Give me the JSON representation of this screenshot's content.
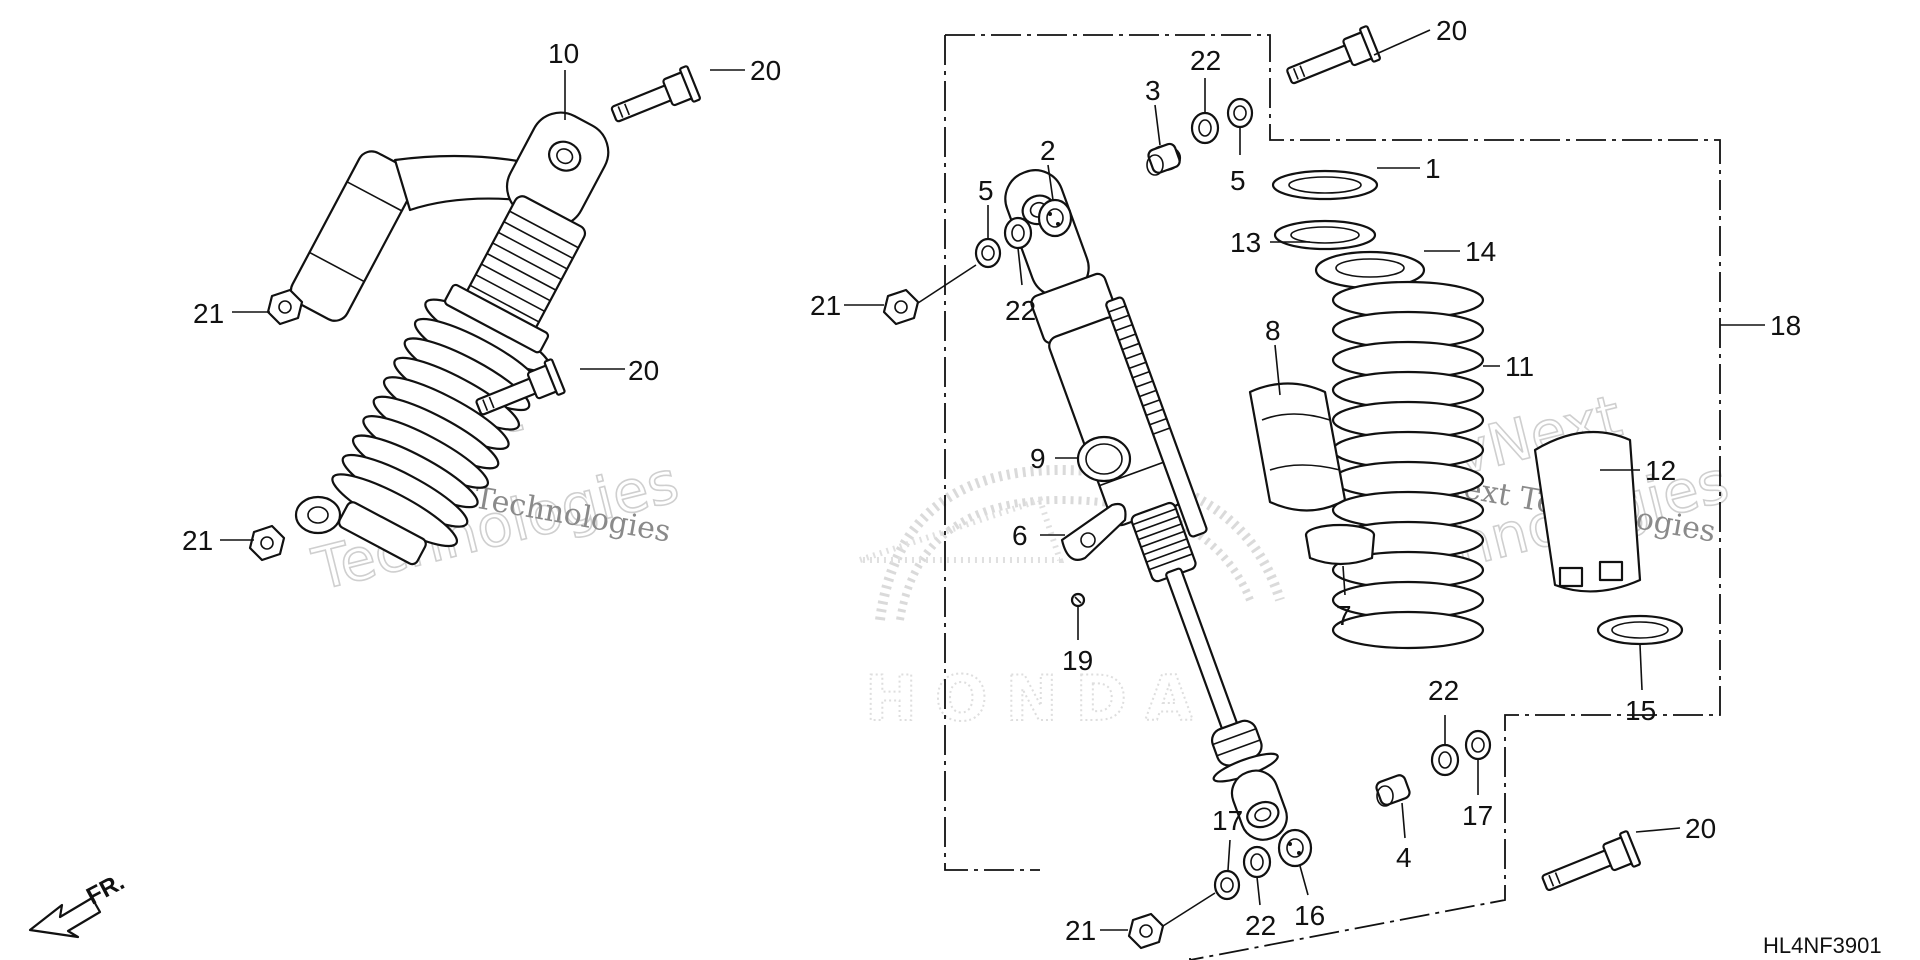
{
  "diagram": {
    "callouts": [
      {
        "id": "c10",
        "text": "10"
      },
      {
        "id": "c20a",
        "text": "20"
      },
      {
        "id": "c21a",
        "text": "21"
      },
      {
        "id": "c20b",
        "text": "20"
      },
      {
        "id": "c21b",
        "text": "21"
      },
      {
        "id": "c20c",
        "text": "20"
      },
      {
        "id": "c3",
        "text": "3"
      },
      {
        "id": "c22a",
        "text": "22"
      },
      {
        "id": "c5a",
        "text": "5"
      },
      {
        "id": "c2",
        "text": "2"
      },
      {
        "id": "c5b",
        "text": "5"
      },
      {
        "id": "c22b",
        "text": "22"
      },
      {
        "id": "c21c",
        "text": "21"
      },
      {
        "id": "c1",
        "text": "1"
      },
      {
        "id": "c13",
        "text": "13"
      },
      {
        "id": "c14",
        "text": "14"
      },
      {
        "id": "c18",
        "text": "18"
      },
      {
        "id": "c8",
        "text": "8"
      },
      {
        "id": "c11",
        "text": "11"
      },
      {
        "id": "c9",
        "text": "9"
      },
      {
        "id": "c12",
        "text": "12"
      },
      {
        "id": "c6",
        "text": "6"
      },
      {
        "id": "c7",
        "text": "7"
      },
      {
        "id": "c19",
        "text": "19"
      },
      {
        "id": "c15",
        "text": "15"
      },
      {
        "id": "c22c",
        "text": "22"
      },
      {
        "id": "c17a",
        "text": "17"
      },
      {
        "id": "c17b",
        "text": "17"
      },
      {
        "id": "c4",
        "text": "4"
      },
      {
        "id": "c20d",
        "text": "20"
      },
      {
        "id": "c16",
        "text": "16"
      },
      {
        "id": "c22d",
        "text": "22"
      },
      {
        "id": "c21d",
        "text": "21"
      }
    ],
    "front_arrow_label": "FR.",
    "diagram_code": "HL4NF3901",
    "watermarks": {
      "brand_line1": "vNext",
      "brand_line2": "Technologies",
      "brand_full": "vNext Technologies",
      "logo_text": "HONDA"
    }
  }
}
